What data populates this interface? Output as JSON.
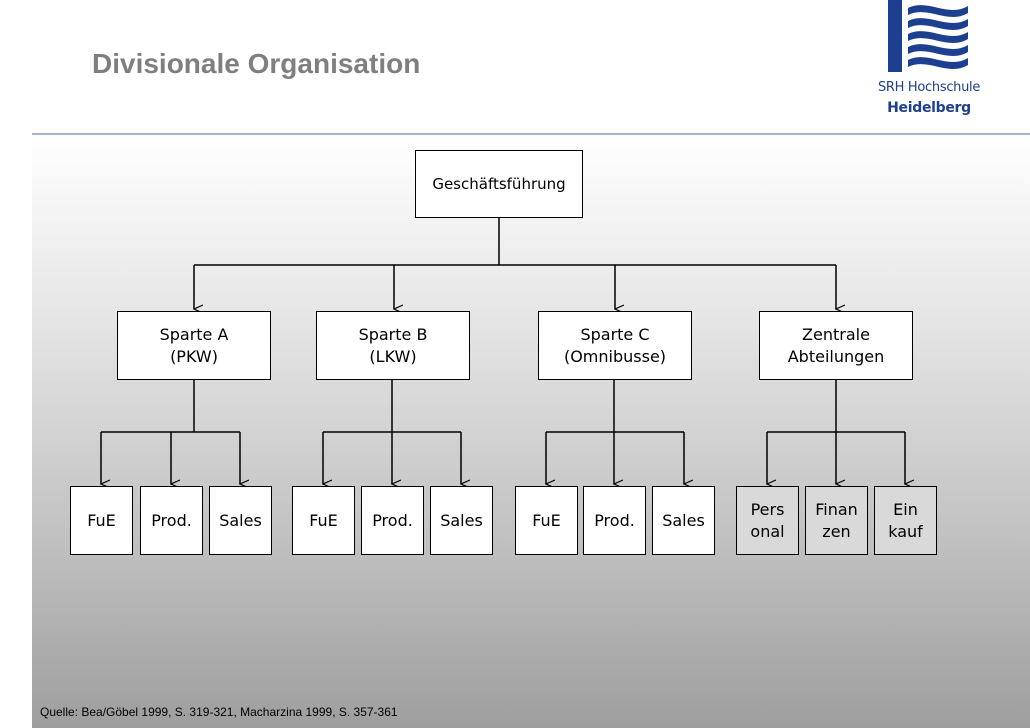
{
  "slide": {
    "title": "Divisionale Organisation",
    "source": "Quelle: Bea/Göbel 1999, S. 319-321, Macharzina 1999, S. 357-361"
  },
  "logo": {
    "line1": "SRH Hochschule",
    "line2": "Heidelberg",
    "color": "#1c3f8f"
  },
  "org_chart": {
    "root": {
      "label": "Geschäftsführung"
    },
    "divisions": [
      {
        "line1": "Sparte A",
        "line2": "(PKW)",
        "units": [
          {
            "line1": "FuE",
            "line2": ""
          },
          {
            "line1": "Prod.",
            "line2": ""
          },
          {
            "line1": "Sales",
            "line2": ""
          }
        ]
      },
      {
        "line1": "Sparte B",
        "line2": "(LKW)",
        "units": [
          {
            "line1": "FuE",
            "line2": ""
          },
          {
            "line1": "Prod.",
            "line2": ""
          },
          {
            "line1": "Sales",
            "line2": ""
          }
        ]
      },
      {
        "line1": "Sparte C",
        "line2": "(Omnibusse)",
        "units": [
          {
            "line1": "FuE",
            "line2": ""
          },
          {
            "line1": "Prod.",
            "line2": ""
          },
          {
            "line1": "Sales",
            "line2": ""
          }
        ]
      },
      {
        "line1": "Zentrale",
        "line2": "Abteilungen",
        "units": [
          {
            "line1": "Pers",
            "line2": "onal"
          },
          {
            "line1": "Finan",
            "line2": "zen"
          },
          {
            "line1": "Ein",
            "line2": "kauf"
          }
        ]
      }
    ]
  },
  "colors": {
    "title": "#7f7f7f",
    "separator": "#a9b4c8",
    "central_unit_fill": "#d9d9d9"
  }
}
